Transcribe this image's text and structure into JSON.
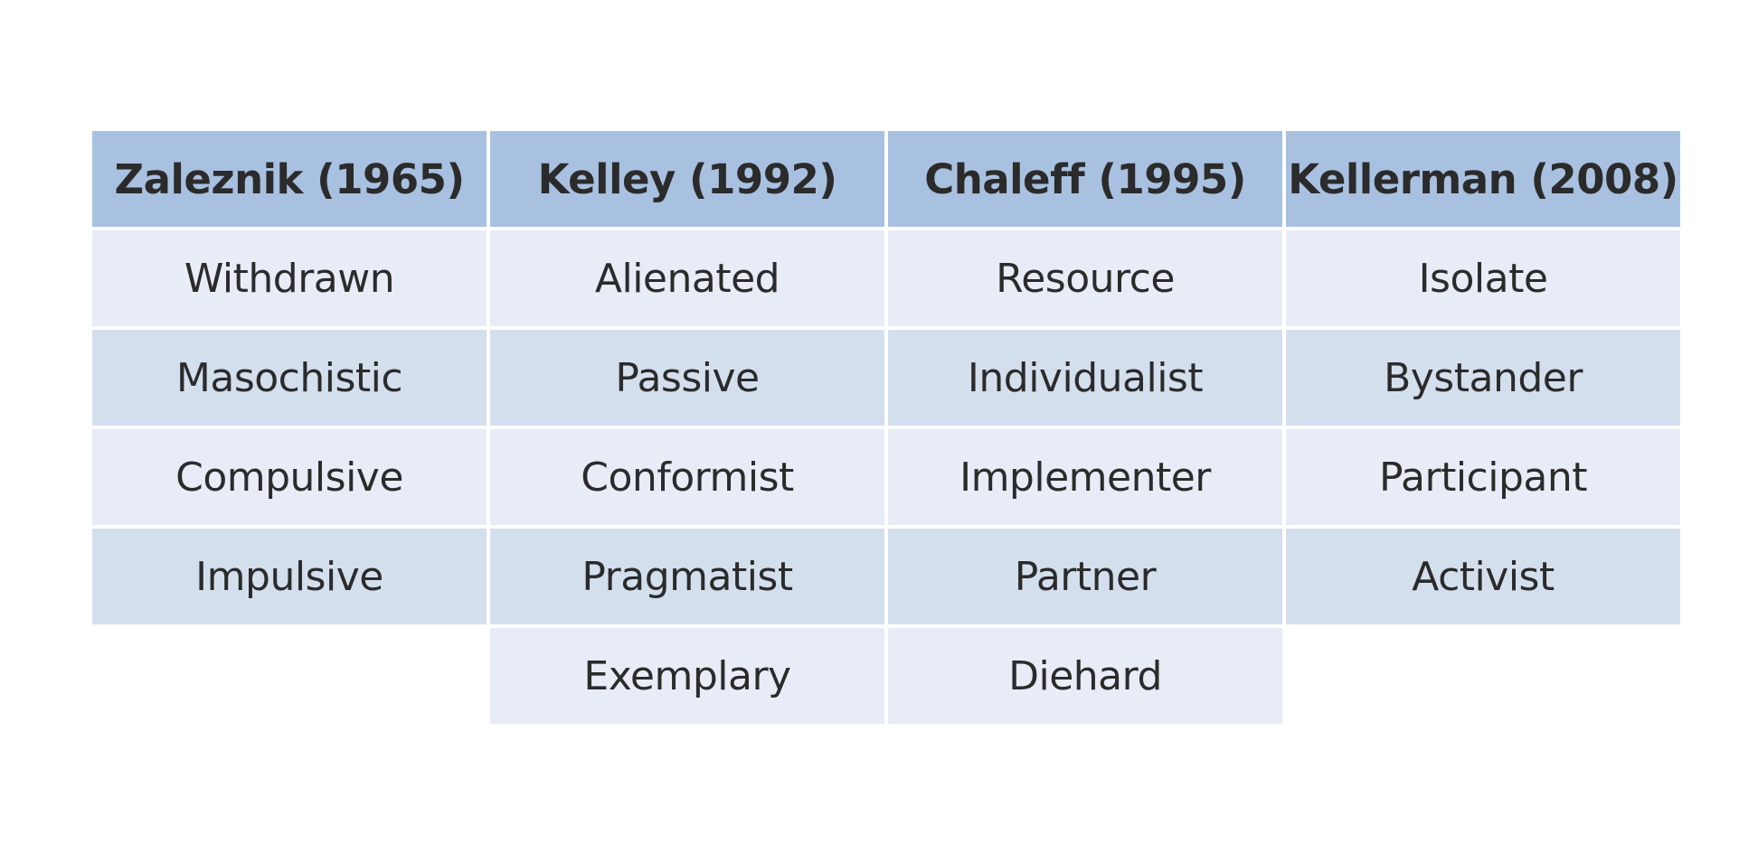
{
  "table": {
    "headers": [
      "Zaleznik (1965)",
      "Kelley (1992)",
      "Chaleff (1995)",
      "Kellerman (2008)"
    ],
    "rows": [
      [
        "Withdrawn",
        "Alienated",
        "Resource",
        "Isolate"
      ],
      [
        "Masochistic",
        "Passive",
        "Individualist",
        "Bystander"
      ],
      [
        "Compulsive",
        "Conformist",
        "Implementer",
        "Participant"
      ],
      [
        "Impulsive",
        "Pragmatist",
        "Partner",
        "Activist"
      ],
      [
        "",
        "Exemplary",
        "Diehard",
        ""
      ]
    ],
    "colors": {
      "header_bg": "#a9c1e1",
      "row_light": "#e7ecf6",
      "row_dark": "#d4dfee",
      "text": "#2b2b2b"
    }
  }
}
